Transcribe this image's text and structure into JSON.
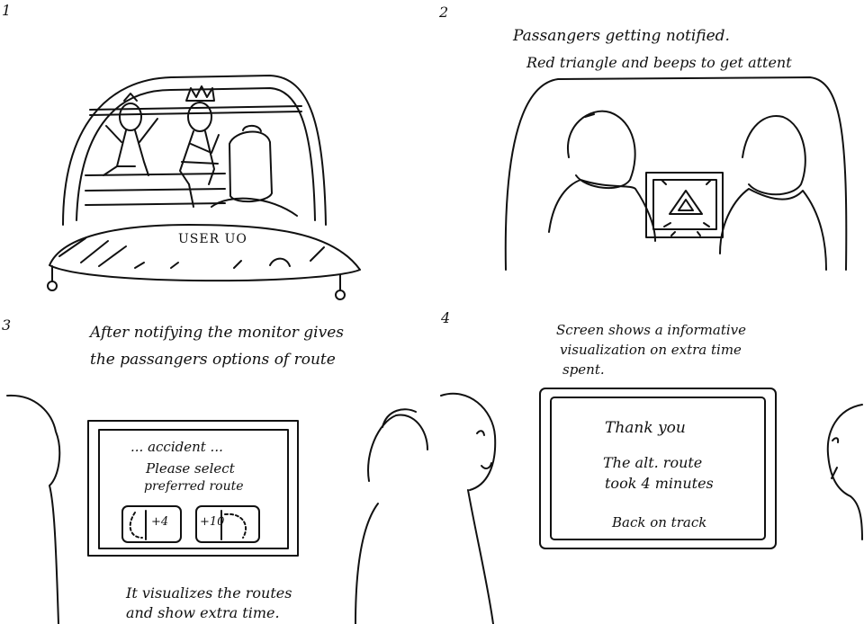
{
  "panels": [
    {
      "number": "1",
      "caption": [],
      "labels": [
        "USER UO"
      ]
    },
    {
      "number": "2",
      "caption": [
        "Passangers getting notified.",
        "Red triangle and beeps to get attent"
      ]
    },
    {
      "number": "3",
      "caption": [
        "After notifying the monitor gives",
        "the passangers options of route"
      ],
      "screen": {
        "line1": "... accident ...",
        "line2": "Please select",
        "line3": "preferred route",
        "option_a": "+4",
        "option_b": "+10"
      },
      "footer": [
        "It visualizes the routes",
        "and show extra time."
      ]
    },
    {
      "number": "4",
      "caption": [
        "Screen shows a informative",
        "visualization on extra time",
        "spent."
      ],
      "screen": {
        "line1": "Thank you",
        "line2": "The alt. route",
        "line3": "took 4 minutes",
        "line4": "Back on track"
      }
    }
  ]
}
